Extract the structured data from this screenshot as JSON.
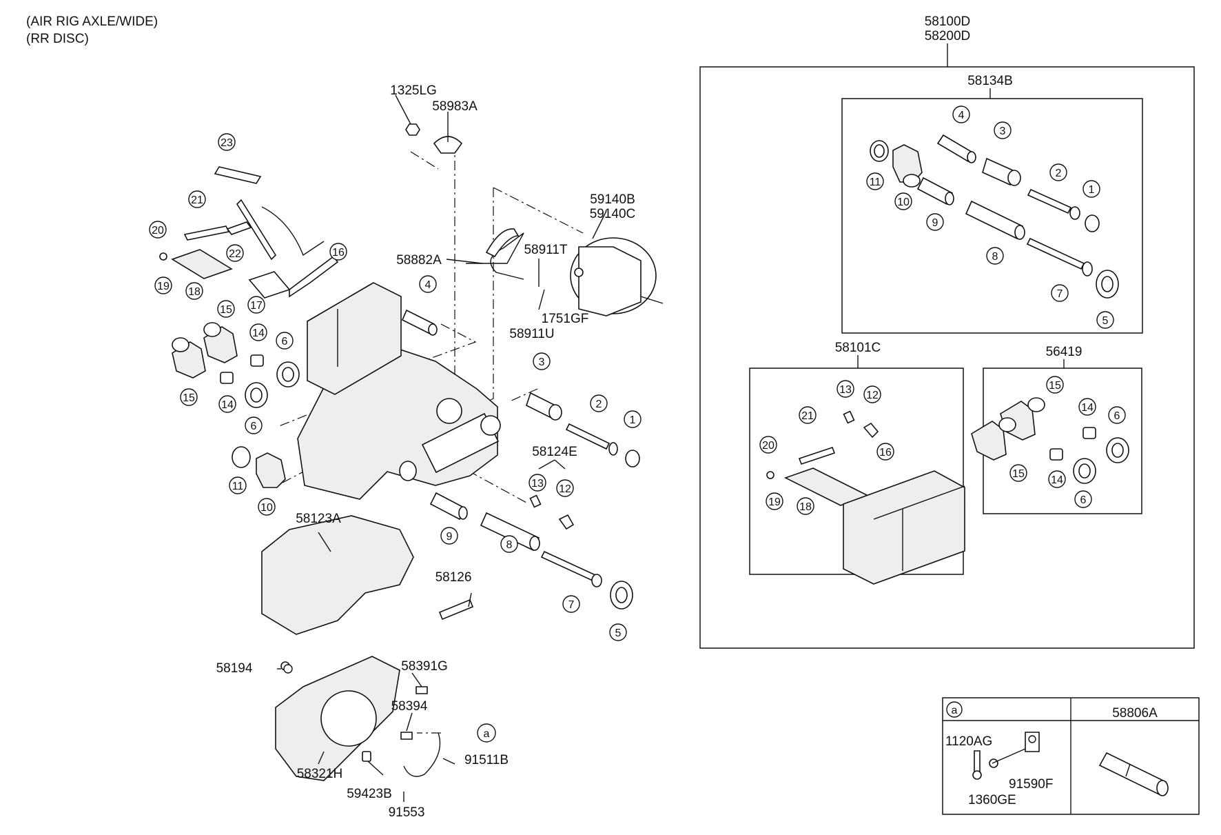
{
  "header": {
    "line1": "(AIR RIG AXLE/WIDE)",
    "line2": "(RR DISC)"
  },
  "kit": {
    "top_code1": "58100D",
    "top_code2": "58200D",
    "box_58134B": "58134B",
    "box_58101C": "58101C",
    "box_56419": "56419"
  },
  "labels": {
    "l1325LG": "1325LG",
    "l58983A": "58983A",
    "l59140B": "59140B",
    "l59140C": "59140C",
    "l58882A": "58882A",
    "l58911T": "58911T",
    "l1751GF": "1751GF",
    "l58911U": "58911U",
    "l58124E": "58124E",
    "l58123A": "58123A",
    "l58126": "58126",
    "l58194": "58194",
    "l58391G": "58391G",
    "l58394": "58394",
    "l58321H": "58321H",
    "l91511B": "91511B",
    "l59423B": "59423B",
    "l91553": "91553",
    "l1120AG": "1120AG",
    "l91590F": "91590F",
    "l1360GE": "1360GE",
    "l58806A": "58806A",
    "ref_a": "a"
  },
  "callouts": {
    "main": {
      "c23": "23",
      "c21": "21",
      "c20": "20",
      "c22": "22",
      "c19": "19",
      "c18": "18",
      "c17": "17",
      "c16": "16",
      "c15a": "15",
      "c15b": "15",
      "c14a": "14",
      "c14b": "14",
      "c6": "6",
      "c6b": "6",
      "c4": "4",
      "c3": "3",
      "c2": "2",
      "c1": "1",
      "c11": "11",
      "c10": "10",
      "c13": "13",
      "c12": "12",
      "c9": "9",
      "c8": "8",
      "c7": "7",
      "c5": "5"
    },
    "k134": {
      "c4": "4",
      "c3": "3",
      "c2": "2",
      "c1": "1",
      "c11": "11",
      "c10": "10",
      "c9": "9",
      "c8": "8",
      "c7": "7",
      "c5": "5"
    },
    "k101": {
      "c13": "13",
      "c12": "12",
      "c21": "21",
      "c20": "20",
      "c16": "16",
      "c19": "19",
      "c18": "18"
    },
    "k419": {
      "c15a": "15",
      "c14a": "14",
      "c6a": "6",
      "c15b": "15",
      "c14b": "14",
      "c6b": "6"
    }
  }
}
